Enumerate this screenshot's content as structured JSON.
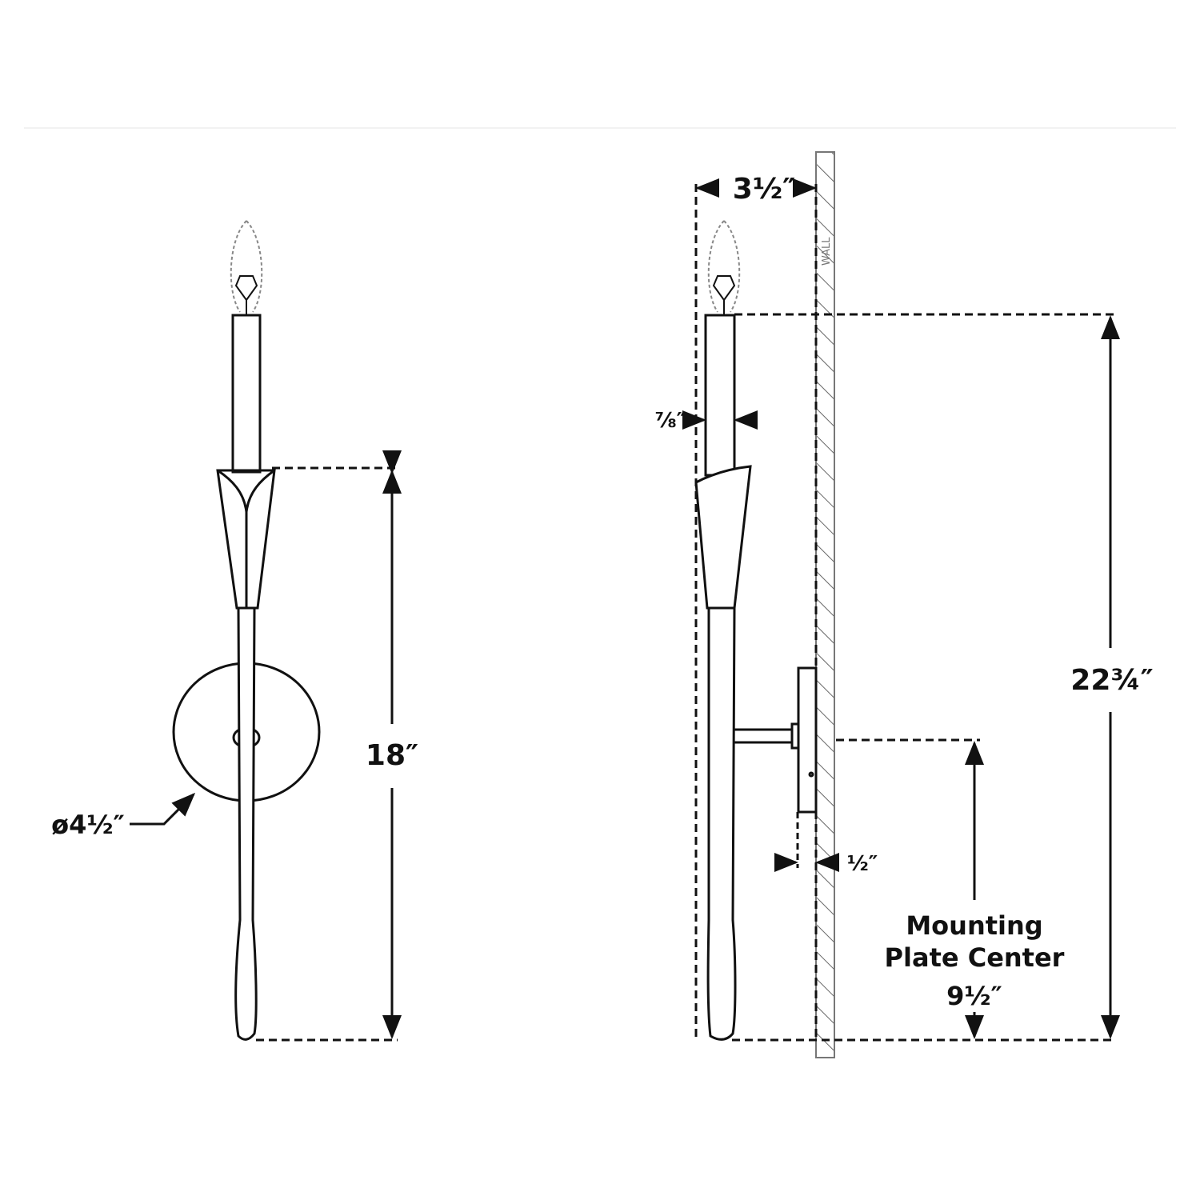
{
  "diagram": {
    "front_view": {
      "height_label": "18″",
      "plate_diameter_label": "ø4½″"
    },
    "side_view": {
      "extension_label": "3½″",
      "wall_label": "WALL",
      "candle_width_label": "⅞″",
      "plate_depth_label": "½″",
      "overall_height_label": "22¾″",
      "mounting_label_line1": "Mounting",
      "mounting_label_line2": "Plate Center",
      "mounting_height_label": "9½″"
    }
  }
}
